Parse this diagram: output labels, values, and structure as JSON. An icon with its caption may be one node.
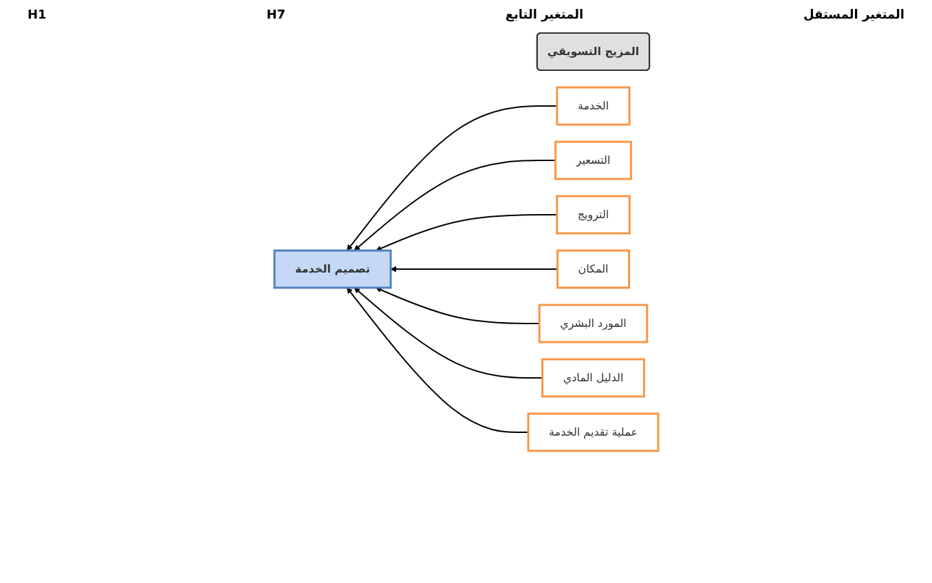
{
  "diagram": {
    "nodes": [
      {
        "text": [
          "المزيج التسويقي"
        ]
      },
      {
        "text": [
          "الخدمة"
        ]
      },
      {
        "text": [
          "التسعير"
        ]
      },
      {
        "text": [
          "الترويج"
        ]
      },
      {
        "text": [
          "المكان"
        ]
      },
      {
        "text": [
          "المورد البشري"
        ]
      },
      {
        "text": [
          "الدليل المادي"
        ]
      },
      {
        "text": [
          "عملية تقديم الخدمة"
        ]
      },
      {
        "text": [
          "تصميم الخدمة"
        ]
      }
    ],
    "edges": [
      {
        "from": 1,
        "to": 8,
        "arrow": "to"
      },
      {
        "from": 2,
        "to": 8,
        "arrow": "to"
      },
      {
        "from": 3,
        "to": 8,
        "arrow": "to"
      },
      {
        "from": 4,
        "to": 8,
        "arrow": "to"
      },
      {
        "from": 5,
        "to": 8,
        "arrow": "to"
      },
      {
        "from": 6,
        "to": 8,
        "arrow": "to"
      },
      {
        "from": 7,
        "to": 8,
        "arrow": "to"
      }
    ],
    "labels": [
      "المتغير المستقل",
      "المتغير التابع",
      "H7",
      "H1"
    ]
  }
}
